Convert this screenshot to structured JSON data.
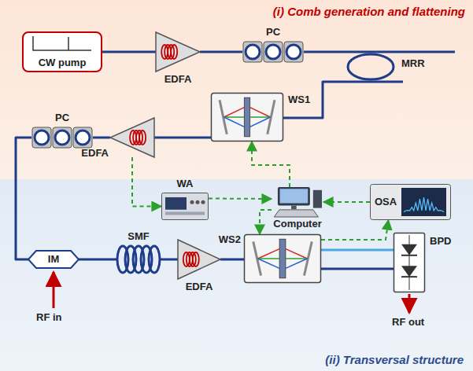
{
  "diagram": {
    "nodes": [
      {
        "text": [
          "(i) Comb generation and flattening"
        ]
      },
      {
        "text": [
          "(ii) Transversal structure"
        ]
      },
      {
        "text": [
          "CW pump"
        ],
        "in": 0
      },
      {
        "text": [
          "EDFA"
        ],
        "in": 0
      },
      {
        "text": [
          "PC"
        ],
        "in": 0
      },
      {
        "text": [
          "MRR"
        ],
        "in": 0
      },
      {
        "text": [
          "WS1"
        ],
        "in": 0
      },
      {
        "text": [
          "EDFA"
        ],
        "in": 0
      },
      {
        "text": [
          "PC"
        ],
        "in": 0
      },
      {
        "text": [
          "WA"
        ],
        "in": 1
      },
      {
        "text": [
          "Computer"
        ],
        "in": 1
      },
      {
        "text": [
          "OSA"
        ],
        "in": 1
      },
      {
        "text": [
          "IM"
        ],
        "in": 1
      },
      {
        "text": [
          "SMF"
        ],
        "in": 1
      },
      {
        "text": [
          "EDFA"
        ],
        "in": 1
      },
      {
        "text": [
          "WS2"
        ],
        "in": 1
      },
      {
        "text": [
          "BPD"
        ],
        "in": 1
      }
    ],
    "edges": [
      {
        "from": 2,
        "to": 3,
        "arrow": "none"
      },
      {
        "from": 3,
        "to": 4,
        "arrow": "none"
      },
      {
        "from": 4,
        "to": 5,
        "arrow": "none"
      },
      {
        "from": 5,
        "to": 6,
        "arrow": "none"
      },
      {
        "from": 6,
        "to": 7,
        "arrow": "none"
      },
      {
        "from": 7,
        "to": 8,
        "arrow": "none"
      },
      {
        "from": 8,
        "to": 12,
        "arrow": "none"
      },
      {
        "from": 12,
        "to": 13,
        "arrow": "none"
      },
      {
        "from": 13,
        "to": 14,
        "arrow": "none"
      },
      {
        "from": 14,
        "to": 15,
        "arrow": "none"
      },
      {
        "from": 15,
        "to": 16,
        "arrow": "none"
      },
      {
        "from": 15,
        "to": 16,
        "arrow": "none"
      },
      {
        "from": 7,
        "to": 9,
        "arrow": "to"
      },
      {
        "from": 9,
        "to": 10,
        "arrow": "to"
      },
      {
        "from": 10,
        "to": 6,
        "arrow": "to"
      },
      {
        "from": 10,
        "to": 15,
        "arrow": "to"
      },
      {
        "from": 15,
        "to": 11,
        "arrow": "to"
      },
      {
        "from": 11,
        "to": 10,
        "arrow": "to"
      }
    ],
    "labels": [
      "RF in",
      "RF out"
    ]
  }
}
